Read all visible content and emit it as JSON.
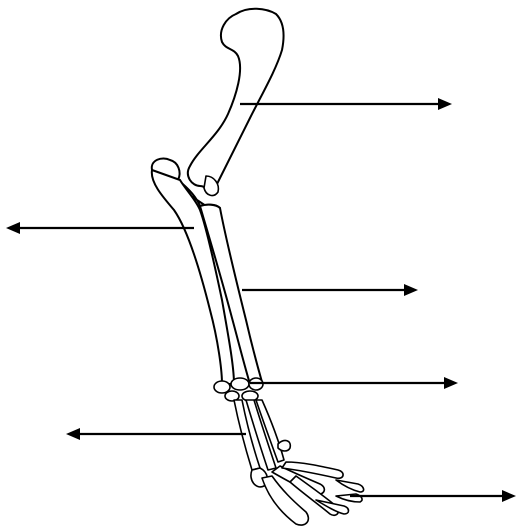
{
  "diagram": {
    "subject": "skeletal-limb-with-unlabeled-pointer-arrows",
    "arrow_count": 6,
    "arrows": [
      {
        "id": "arrow-1",
        "direction": "right"
      },
      {
        "id": "arrow-2",
        "direction": "left"
      },
      {
        "id": "arrow-3",
        "direction": "right"
      },
      {
        "id": "arrow-4",
        "direction": "right"
      },
      {
        "id": "arrow-5",
        "direction": "left"
      },
      {
        "id": "arrow-6",
        "direction": "right"
      }
    ],
    "colors": {
      "ink": "#000000",
      "background": "#ffffff"
    }
  }
}
